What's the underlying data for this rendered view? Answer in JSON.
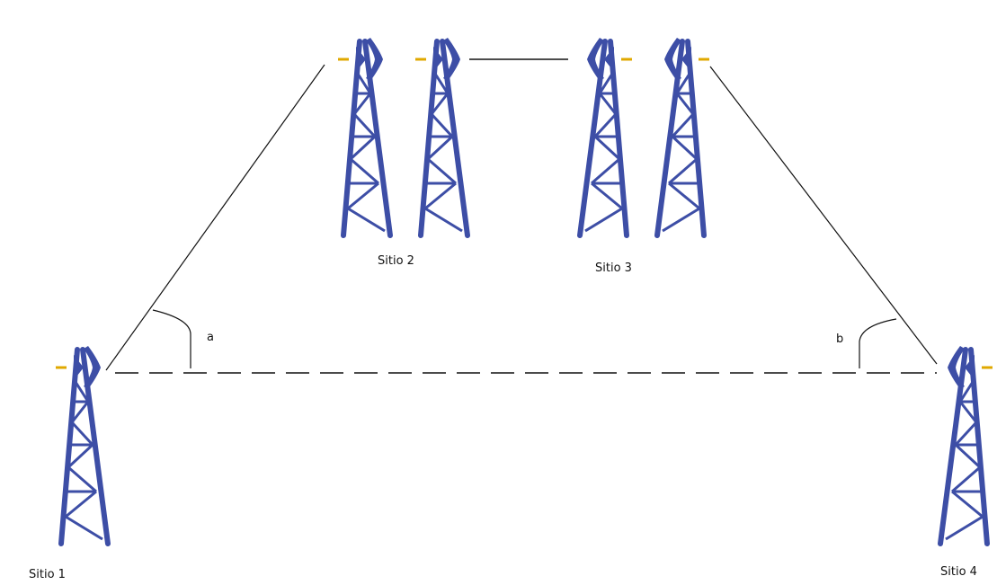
{
  "diagram": {
    "sites": [
      {
        "label": "Sitio 1"
      },
      {
        "label": "Sitio 2"
      },
      {
        "label": "Sitio 3"
      },
      {
        "label": "Sitio 4"
      }
    ],
    "angles": [
      {
        "label": "a"
      },
      {
        "label": "b"
      }
    ]
  },
  "colors": {
    "tower": "#3d4ea6",
    "line": "#111111",
    "feed": "#e0a800",
    "background": "#ffffff"
  }
}
